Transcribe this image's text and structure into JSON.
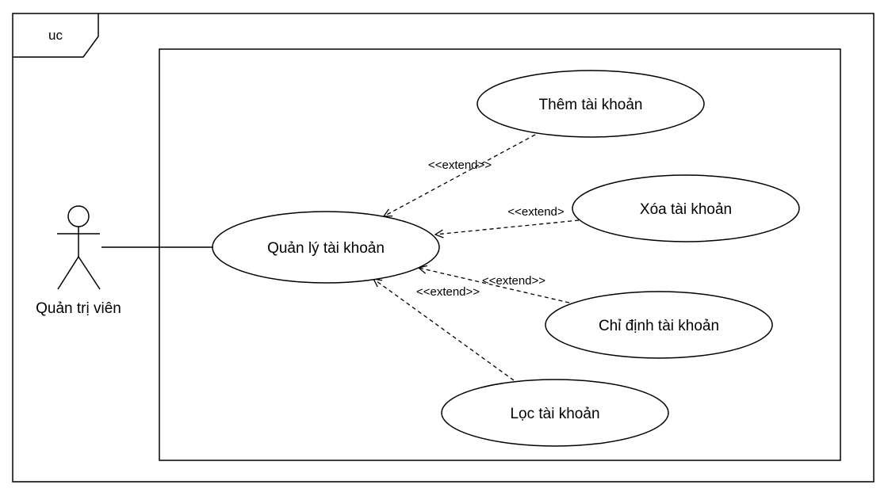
{
  "frame": {
    "label": "uc"
  },
  "actor": {
    "name": "Quản trị viên"
  },
  "use_cases": {
    "main": "Quản lý tài khoản",
    "add": "Thêm tài khoản",
    "delete": "Xóa tài khoản",
    "assign": "Chỉ định tài khoản",
    "filter": "Lọc tài khoản"
  },
  "relationships": {
    "add_label": "<<extend>>",
    "delete_label": "<<extend>",
    "assign_label": "<<extend>>",
    "filter_label": "<<extend>>"
  },
  "colors": {
    "stroke": "#000000",
    "fill": "#ffffff",
    "text": "#000000"
  }
}
